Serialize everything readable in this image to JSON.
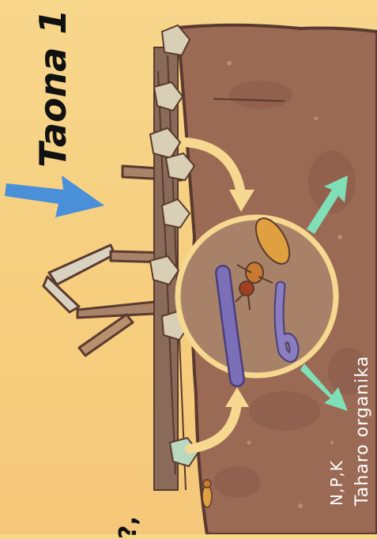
{
  "title": "Taona 1",
  "labels": {
    "nutrients": "N,P,K",
    "organic": "Taharo organika"
  },
  "corner_fragment": "?,",
  "colors": {
    "background": "#f6ce7e",
    "soil": "#9b6a55",
    "soil_dark": "#7a4e3e",
    "arrow_in": "#f6d890",
    "arrow_out": "#7fe0b8",
    "sun_arrow": "#4a90d9",
    "worm": "#7b6fb8",
    "termite": "#d9922e",
    "leaf": "#d8cfb5"
  },
  "icons": [
    "sun-ray-arrow-icon",
    "worm-icon",
    "termite-icon",
    "leaf-icon"
  ]
}
